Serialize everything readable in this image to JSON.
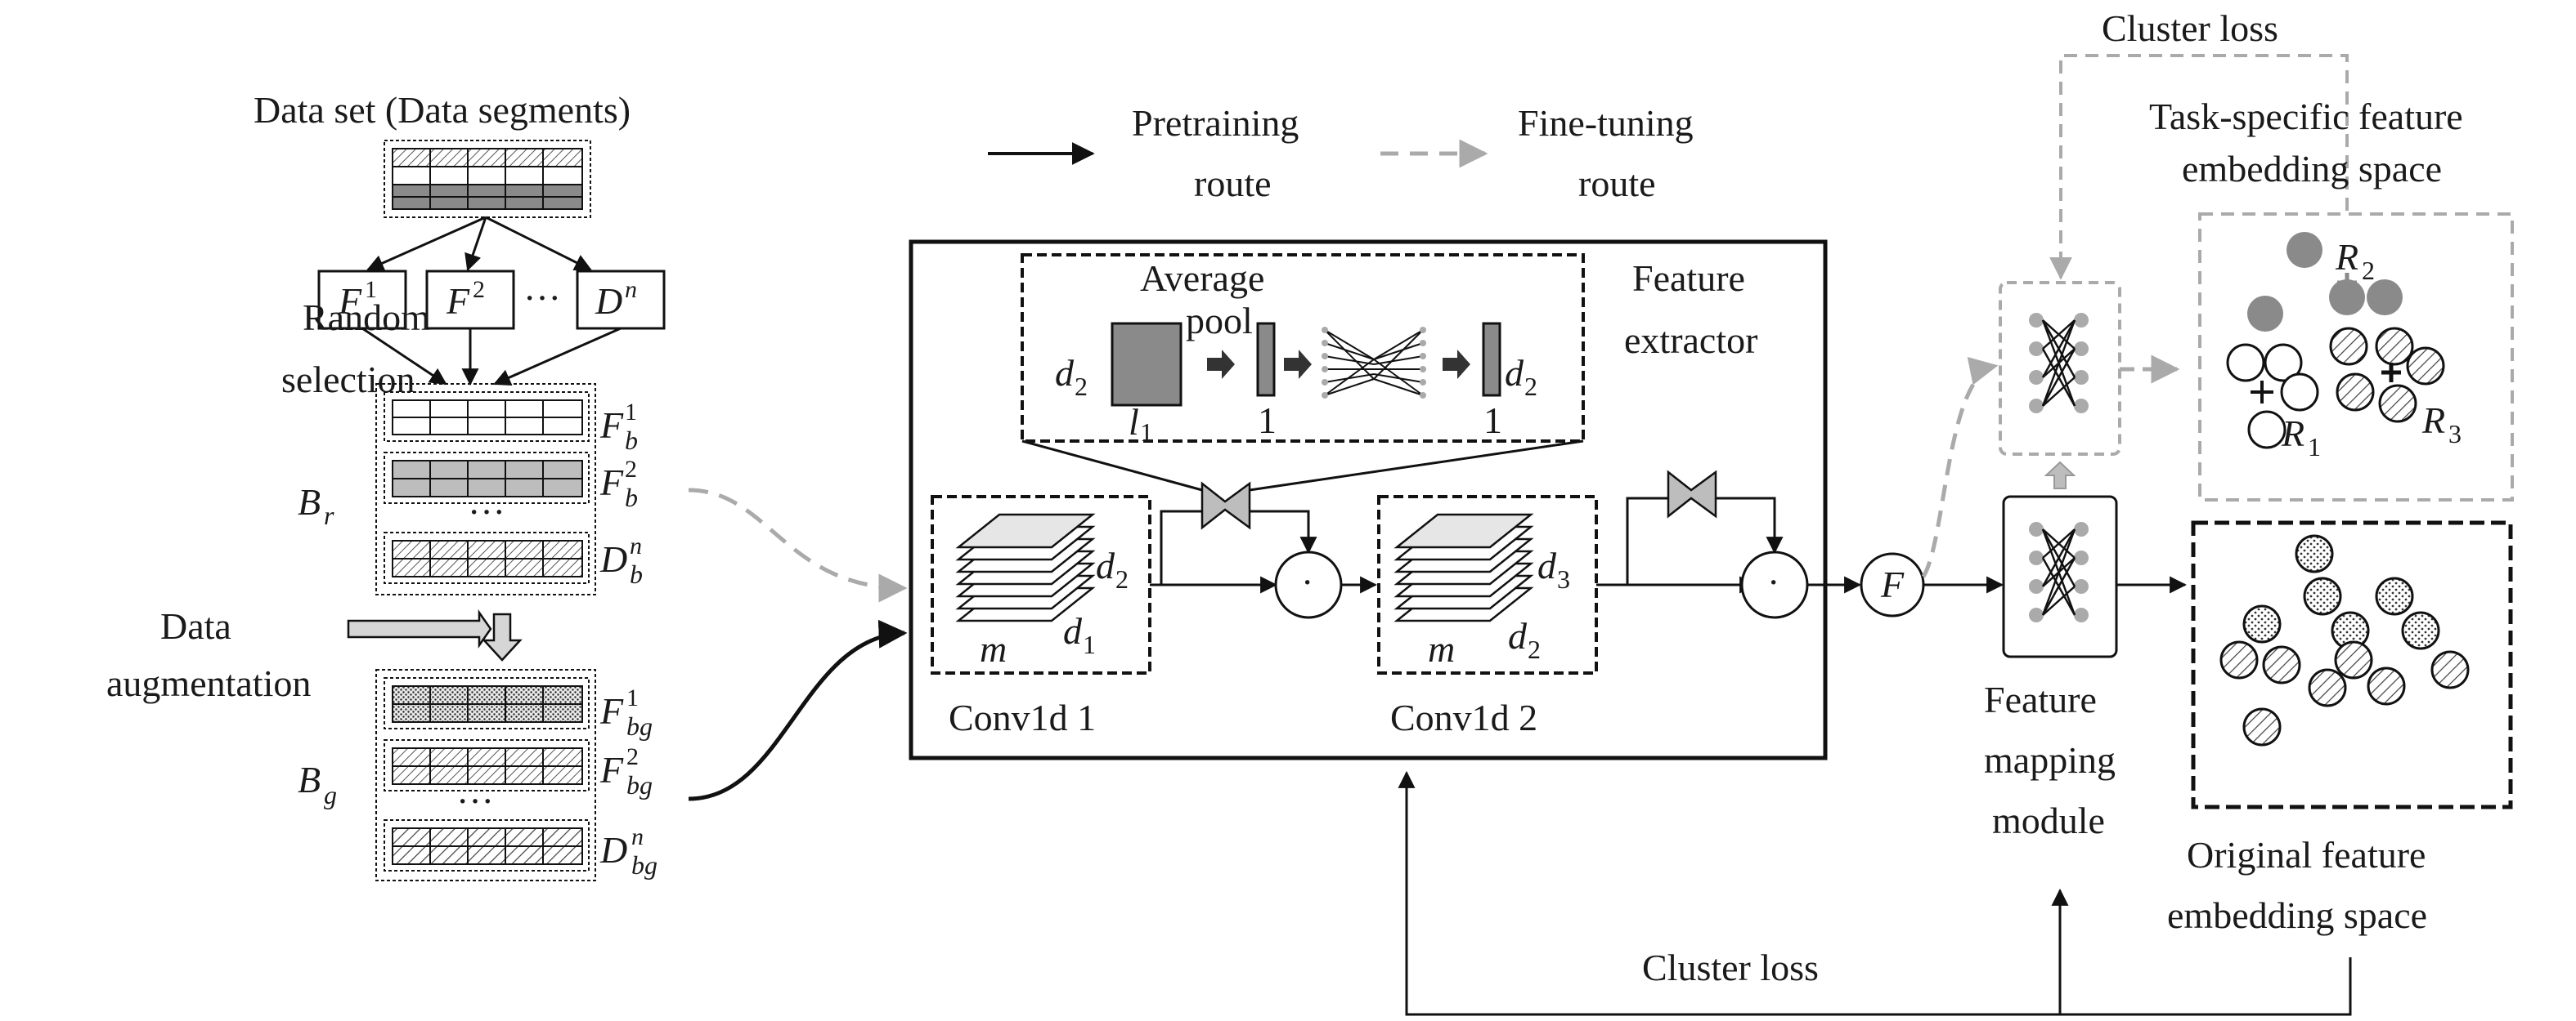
{
  "labels": {
    "dataset_title": "Data set (Data segments)",
    "f1_base": "F",
    "f1_sup": "1",
    "f2_base": "F",
    "f2_sup": "2",
    "ellipsis": "···",
    "dn_base": "D",
    "dn_sup": "n",
    "random_line1": "Random",
    "random_line2": "selection",
    "br_base": "B",
    "br_sub": "r",
    "fb1_base": "F",
    "fb1_sub": "b",
    "fb1_sup": "1",
    "fb2_base": "F",
    "fb2_sub": "b",
    "fb2_sup": "2",
    "br_dots": "···",
    "dbn_base": "D",
    "dbn_sub": "b",
    "dbn_sup": "n",
    "aug_line1": "Data",
    "aug_line2": "augmentation",
    "bg_base": "B",
    "bg_sub": "g",
    "fbg1_base": "F",
    "fbg1_sub": "bg",
    "fbg1_sup": "1",
    "fbg2_base": "F",
    "fbg2_sub": "bg",
    "fbg2_sup": "2",
    "bg_dots": "···",
    "dbgn_base": "D",
    "dbgn_sub": "bg",
    "dbgn_sup": "n",
    "pretrain_line1": "Pretraining",
    "pretrain_line2": "route",
    "finetune_line1": "Fine-tuning",
    "finetune_line2": "route",
    "avgpool_line1": "Average",
    "avgpool_line2": "pool",
    "d2_left": "d",
    "d2_left_sub": "2",
    "l1_base": "l",
    "l1_sub": "1",
    "one_a": "1",
    "one_b": "1",
    "d2_right": "d",
    "d2_right_sub": "2",
    "fe_line1": "Feature",
    "fe_line2": "extractor",
    "conv1_d2": "d",
    "conv1_d2_sub": "2",
    "conv1_d1": "d",
    "conv1_d1_sub": "1",
    "conv1_m": "m",
    "conv1_label": "Conv1d 1",
    "conv2_d3": "d",
    "conv2_d3_sub": "3",
    "conv2_d2": "d",
    "conv2_d2_sub": "2",
    "conv2_m": "m",
    "conv2_label": "Conv1d 2",
    "dot1": "·",
    "dot2": "·",
    "f_circle": "F",
    "fm_line1": "Feature",
    "fm_line2": "mapping",
    "fm_line3": "module",
    "cluster_loss_top": "Cluster loss",
    "cluster_loss_bottom": "Cluster loss",
    "task_line1": "Task-specific feature",
    "task_line2": "embedding space",
    "r2_base": "R",
    "r2_sub": "2",
    "r1_base": "R",
    "r1_sub": "1",
    "r3_base": "R",
    "r3_sub": "3",
    "orig_line1": "Original feature",
    "orig_line2": "embedding space"
  }
}
